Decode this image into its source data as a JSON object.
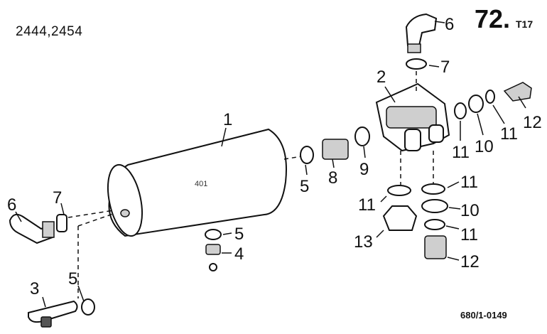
{
  "header": {
    "model_numbers": "2444,2454",
    "page_number": "72.",
    "page_suffix": "T17"
  },
  "footer": {
    "reference": "680/1-0149"
  },
  "tank": {
    "stamp": "401"
  },
  "callouts": [
    "1",
    "2",
    "3",
    "4",
    "5",
    "5",
    "5",
    "6",
    "6",
    "7",
    "7",
    "8",
    "9",
    "10",
    "10",
    "11",
    "11",
    "11",
    "11",
    "11",
    "12",
    "12",
    "13"
  ]
}
